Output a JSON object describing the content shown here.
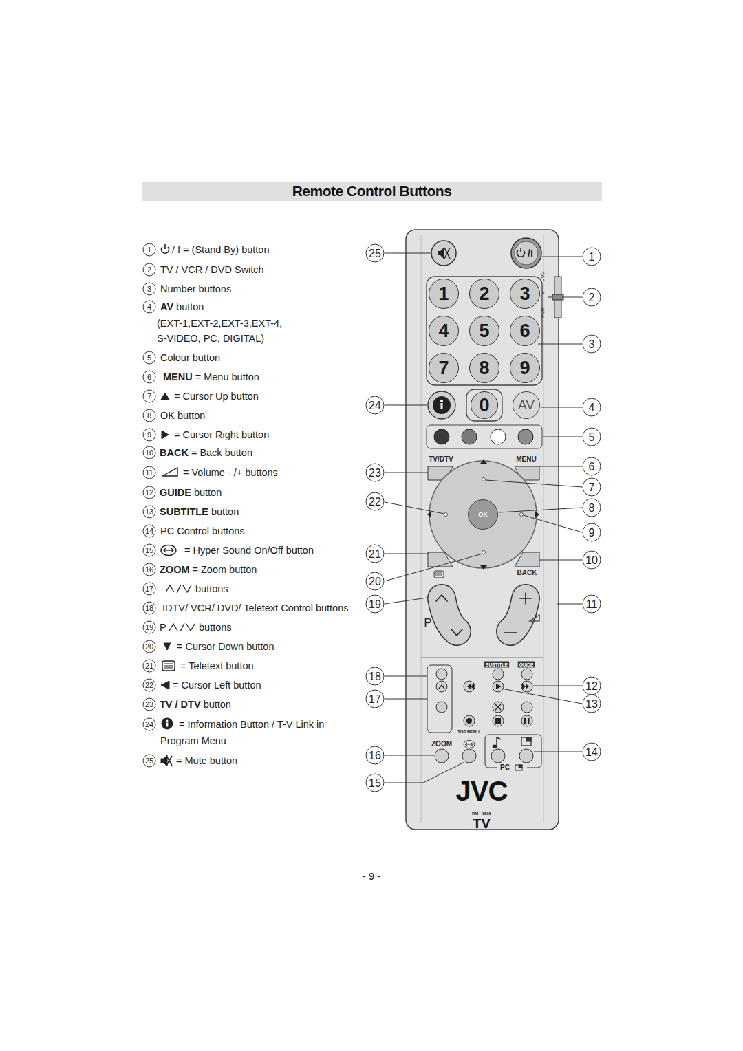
{
  "diagram": {
    "title": "Remote Control Buttons",
    "nodes": [
      {
        "text": [
          "1"
        ]
      },
      {
        "text": [
          "2"
        ]
      },
      {
        "text": [
          "3"
        ]
      },
      {
        "text": [
          "4"
        ]
      },
      {
        "text": [
          "5"
        ]
      },
      {
        "text": [
          "6"
        ]
      },
      {
        "text": [
          "7"
        ]
      },
      {
        "text": [
          "8"
        ]
      },
      {
        "text": [
          "9"
        ]
      },
      {
        "text": [
          "0"
        ]
      },
      {
        "text": [
          "AV"
        ]
      },
      {
        "text": [
          "OK"
        ]
      }
    ],
    "labels": [
      "1",
      "/ I = (Stand By) button",
      "2",
      "TV / VCR / DVD Switch",
      "3",
      "Number buttons",
      "4",
      "AV",
      "button",
      "(EXT-1,EXT-2,EXT-3,EXT-4, S-VIDEO, PC, DIGITAL)",
      "5",
      "Colour button",
      "6",
      "MENU",
      "= Menu button",
      "7",
      "= Cursor Up button",
      "8",
      "OK button",
      "9",
      "= Cursor Right button",
      "10",
      "BACK",
      "= Back button",
      "11",
      "= Volume - /+ buttons",
      "12",
      "GUIDE",
      "button",
      "13",
      "SUBTITLE",
      "button",
      "14",
      "PC Control buttons",
      "15",
      "= Hyper Sound On/Off button",
      "16",
      "ZOOM",
      "= Zoom button",
      "17",
      "buttons",
      "18",
      "IDTV/ VCR/ DVD/ Teletext Control buttons",
      "19",
      "P",
      "buttons",
      "20",
      "= Cursor Down button",
      "21",
      "= Teletext button",
      "22",
      "= Cursor Left button",
      "23",
      "TV / DTV",
      "button",
      "24",
      "= Information Button / T-V Link in Program Menu",
      "25",
      "= Mute button",
      "25",
      "1",
      "2",
      "3",
      "24",
      "4",
      "5",
      "23",
      "6",
      "7",
      "22",
      "8",
      "9",
      "21",
      "10",
      "20",
      "19",
      "11",
      "18",
      "12",
      "17",
      "13",
      "16",
      "14",
      "15",
      "/I",
      "TV/DTV",
      "MENU",
      "BACK",
      "P",
      "SUBTITLE",
      "GUIDE",
      "TOP MENU",
      "ZOOM",
      "PC",
      "JVC",
      "RM - 1895",
      "TV",
      "DVD",
      "TV",
      "VCR",
      "- 9 -"
    ]
  }
}
